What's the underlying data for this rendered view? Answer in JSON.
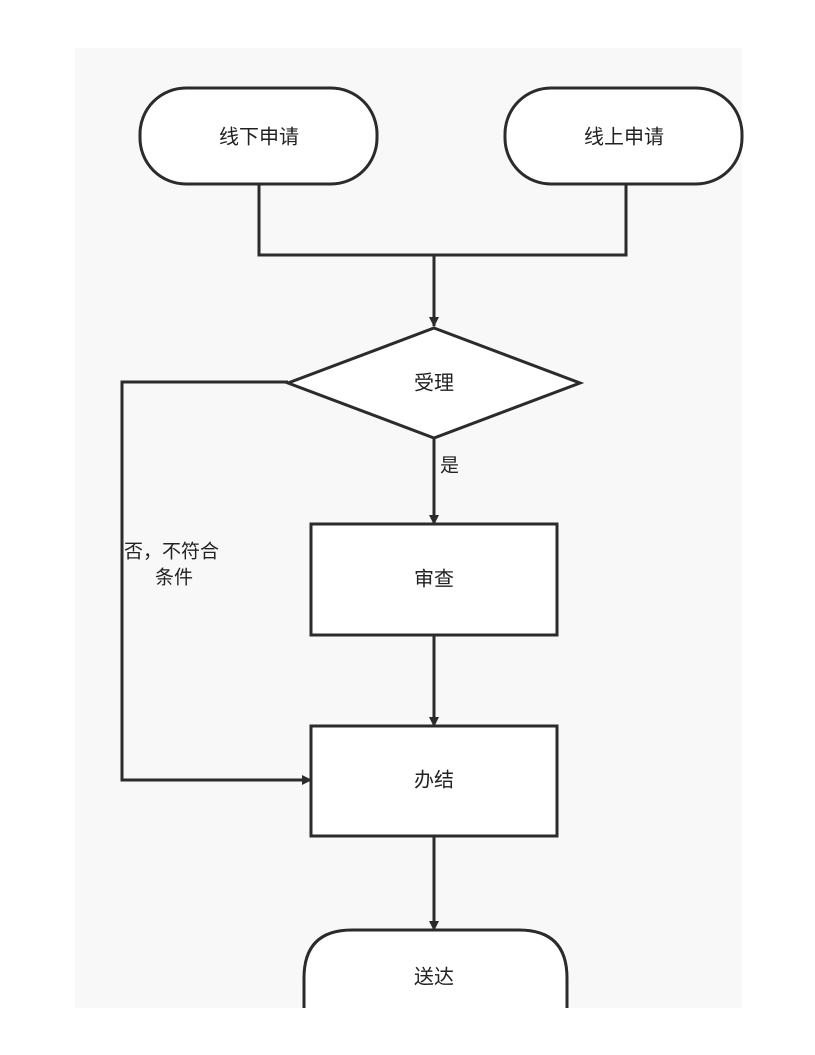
{
  "colors": {
    "canvas": "#f8f8f8",
    "stroke": "#2b2b2b",
    "node_fill": "#ffffff",
    "text": "#222222"
  },
  "nodes": {
    "offline_apply": "线下申请",
    "online_apply": "线上申请",
    "accept": "受理",
    "review": "审查",
    "handle": "办结",
    "deliver": "送达"
  },
  "edge_labels": {
    "yes": "是",
    "no_line1": "否，不符合",
    "no_line2": "条件"
  }
}
